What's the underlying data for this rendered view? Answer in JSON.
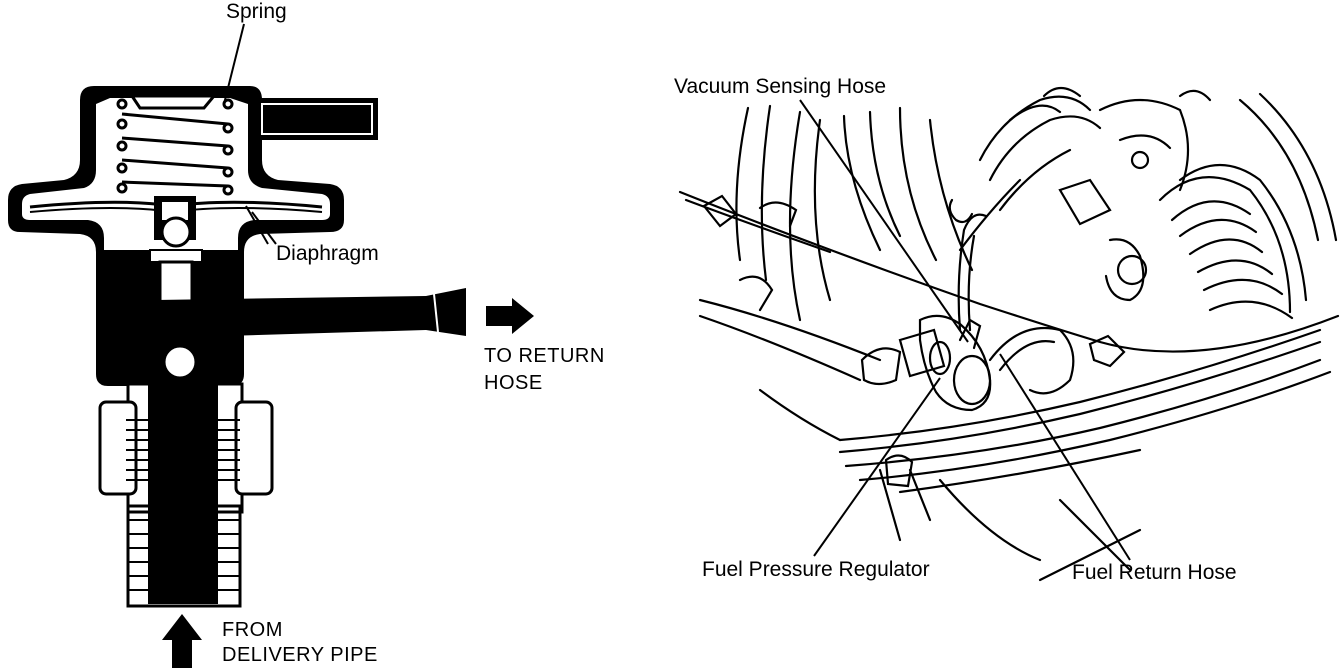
{
  "colors": {
    "ink": "#000000",
    "paper": "#ffffff"
  },
  "left_figure": {
    "labels": {
      "spring": "Spring",
      "diaphragm": "Diaphragm",
      "to_return_line1": "TO RETURN",
      "to_return_line2": "HOSE",
      "from_delivery_line1": "FROM",
      "from_delivery_line2": "DELIVERY PIPE"
    },
    "icons": [
      "right-arrow-icon",
      "up-arrow-icon"
    ]
  },
  "right_figure": {
    "labels": {
      "vacuum_hose": "Vacuum Sensing Hose",
      "fuel_pressure_regulator": "Fuel Pressure Regulator",
      "fuel_return_hose": "Fuel Return Hose"
    }
  }
}
